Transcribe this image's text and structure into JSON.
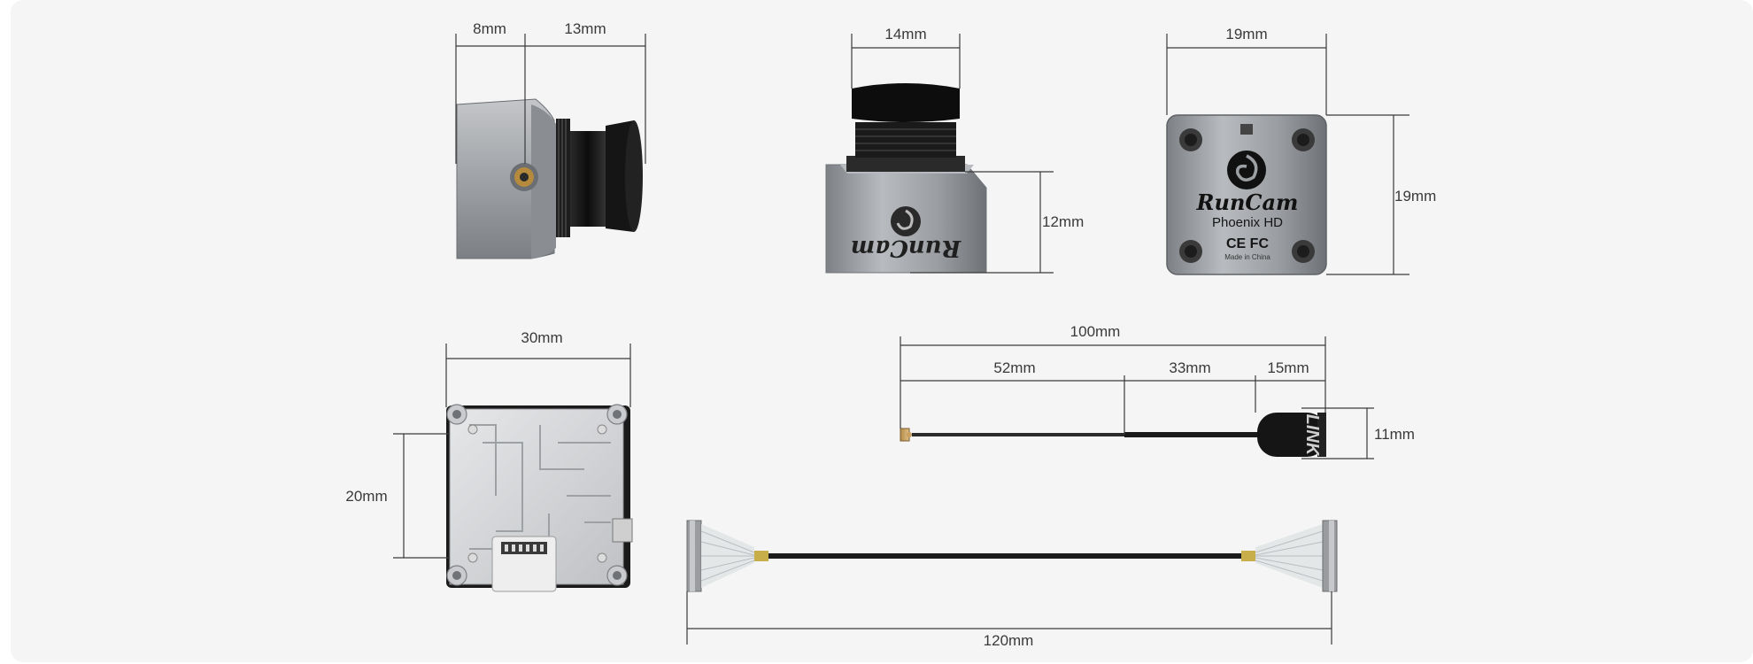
{
  "dimensions": {
    "side_view": {
      "lens_depth": "8mm",
      "body_depth": "13mm"
    },
    "front_view": {
      "lens_width": "14mm",
      "body_height": "12mm"
    },
    "back_view": {
      "width": "19mm",
      "height": "19mm"
    },
    "vtx_board": {
      "width": "30mm",
      "height": "20mm"
    },
    "antenna": {
      "total": "100mm",
      "cable": "52mm",
      "sleeve": "33mm",
      "head": "15mm",
      "diameter": "11mm"
    },
    "ribbon_cable": {
      "length": "120mm"
    }
  },
  "product": {
    "brand": "RunCam",
    "model": "Phoenix HD",
    "certifications": "CE FC",
    "origin": "Made in China",
    "antenna_brand": "LINK"
  },
  "colors": {
    "background": "#f5f5f5",
    "dimension_line": "#3a3a3a",
    "camera_body": "#8f9296",
    "lens": "#111111",
    "board": "#d8d9db"
  }
}
